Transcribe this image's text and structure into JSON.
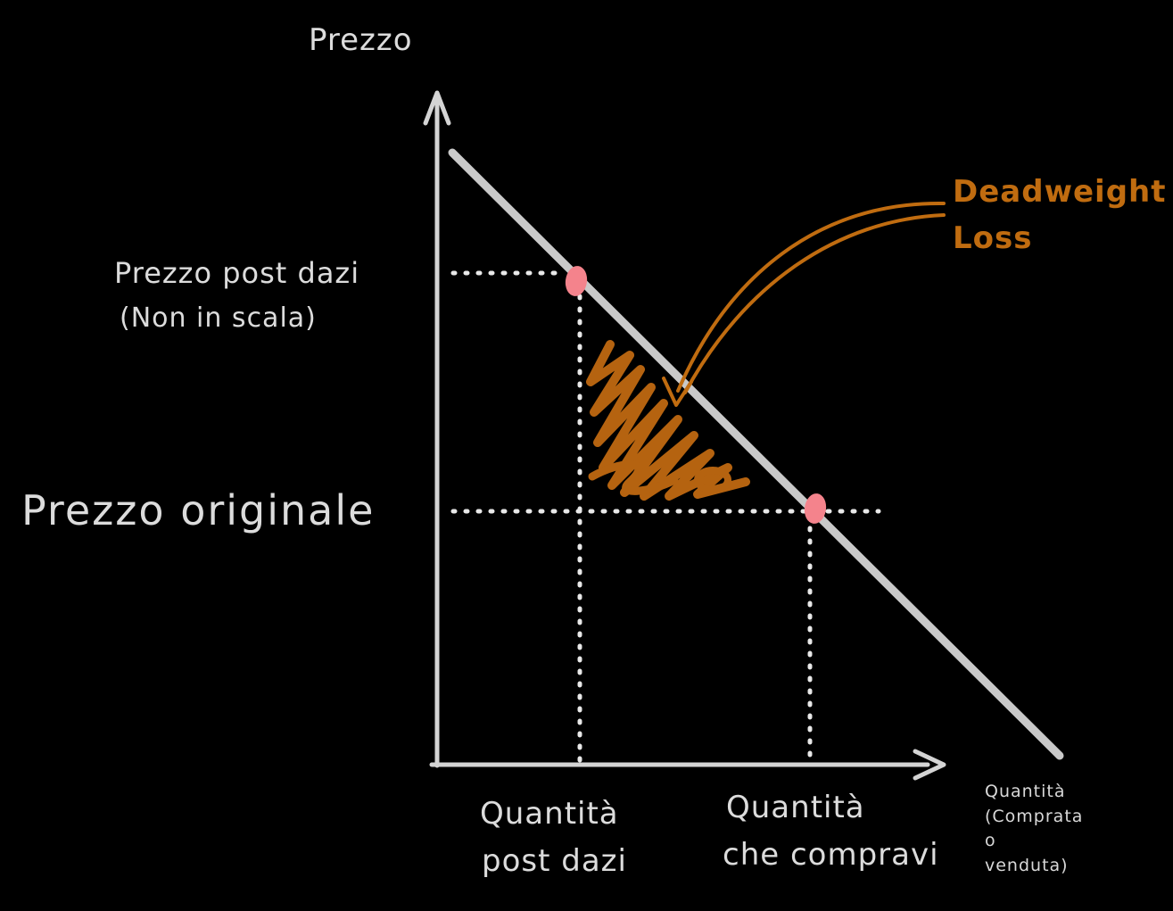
{
  "colors": {
    "background": "#000000",
    "axis": "#d4d4d4",
    "demand_line": "#c9c9c9",
    "dotted_guide": "#e8e8e8",
    "point_marker": "#f4838c",
    "deadweight_orange": "#c06c10",
    "text": "#dcdcdc"
  },
  "y_axis": {
    "label": "Prezzo"
  },
  "x_axis": {
    "label_lines": [
      "Quantità",
      "(Comprata",
      "o",
      "venduta)"
    ]
  },
  "annotations": {
    "price_post_tariff": {
      "line1": "Prezzo post dazi",
      "line2": "(Non in scala)"
    },
    "price_original": "Prezzo originale",
    "deadweight_loss": {
      "line1": "Deadweight",
      "line2": "Loss"
    },
    "qty_post_tariff": {
      "line1": "Quantità",
      "line2": "post dazi"
    },
    "qty_bought": {
      "line1": "Quantità",
      "line2": "che compravi"
    }
  }
}
